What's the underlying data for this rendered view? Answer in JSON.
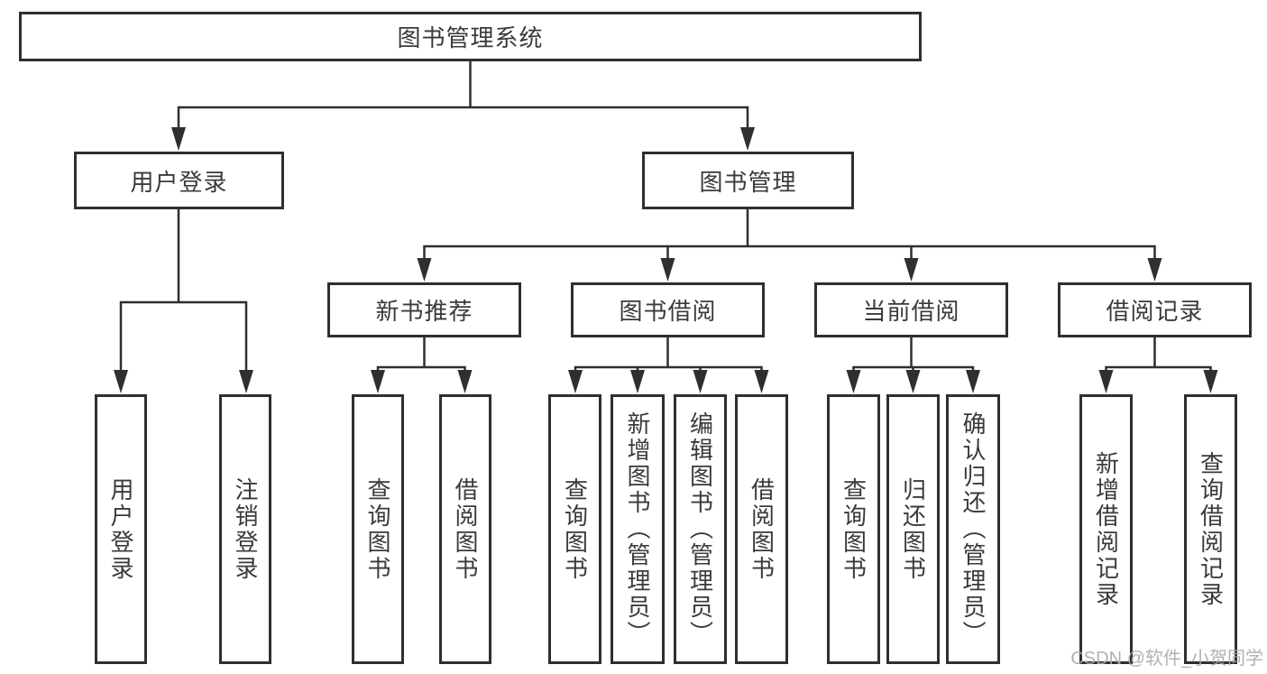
{
  "tree": {
    "root": {
      "label": "图书管理系统"
    },
    "branches": [
      {
        "label": "用户登录",
        "children": [
          {
            "label": "用户登录"
          },
          {
            "label": "注销登录"
          }
        ]
      },
      {
        "label": "图书管理",
        "children": [
          {
            "label": "新书推荐",
            "children": [
              {
                "label": "查询图书"
              },
              {
                "label": "借阅图书"
              }
            ]
          },
          {
            "label": "图书借阅",
            "children": [
              {
                "label": "查询图书"
              },
              {
                "label": "新增图书（管理员）"
              },
              {
                "label": "编辑图书（管理员）"
              },
              {
                "label": "借阅图书"
              }
            ]
          },
          {
            "label": "当前借阅",
            "children": [
              {
                "label": "查询图书"
              },
              {
                "label": "归还图书"
              },
              {
                "label": "确认归还（管理员）"
              }
            ]
          },
          {
            "label": "借阅记录",
            "children": [
              {
                "label": "新增借阅记录"
              },
              {
                "label": "查询借阅记录"
              }
            ]
          }
        ]
      }
    ]
  },
  "watermark": {
    "text": "CSDN @软件_小贺同学"
  },
  "colors": {
    "bg": "#ffffff",
    "line": "#2f2f2f",
    "box-border": "#2f2f2f",
    "text": "#3a3a3a",
    "watermark": "#a9a9a9"
  }
}
